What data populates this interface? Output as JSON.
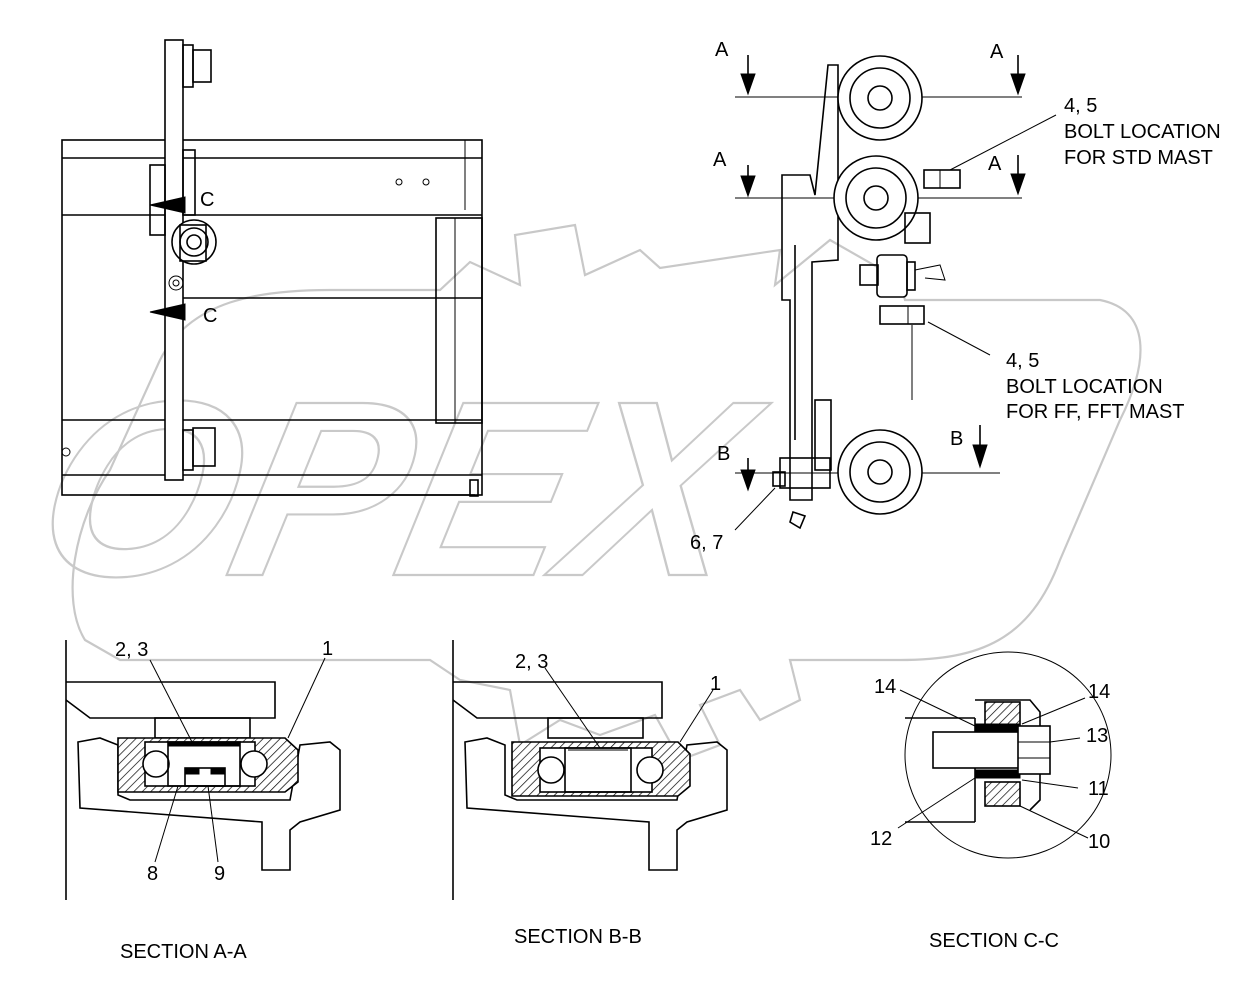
{
  "watermark": {
    "text": "OPEX"
  },
  "cutting_planes": {
    "a_top_left": "A",
    "a_top_right": "A",
    "a_mid_left": "A",
    "a_mid_right": "A",
    "b_left": "B",
    "b_right": "B",
    "c_upper": "C",
    "c_lower": "C"
  },
  "notes": {
    "std_mast": {
      "ref": "4, 5",
      "line1": "BOLT LOCATION",
      "line2": "FOR STD MAST"
    },
    "ff_mast": {
      "ref": "4, 5",
      "line1": "BOLT LOCATION",
      "line2": "FOR FF, FFT MAST"
    },
    "ref_6_7": "6, 7"
  },
  "section_aa": {
    "title": "SECTION  A-A",
    "callouts": {
      "c23": "2, 3",
      "c1": "1",
      "c8": "8",
      "c9": "9"
    }
  },
  "section_bb": {
    "title": "SECTION  B-B",
    "callouts": {
      "c23": "2, 3",
      "c1": "1"
    }
  },
  "section_cc": {
    "title": "SECTION  C-C",
    "callouts": {
      "c14_left": "14",
      "c14_right": "14",
      "c13": "13",
      "c11": "11",
      "c12": "12",
      "c10": "10"
    }
  }
}
